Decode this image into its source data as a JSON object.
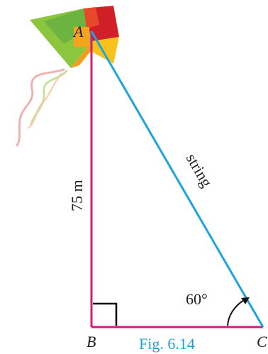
{
  "figure": {
    "caption": "Fig. 6.14",
    "vertices": {
      "top": "A",
      "bottom_left": "B",
      "bottom_right": "C"
    },
    "height_label": "75 m",
    "hypotenuse_label": "string",
    "angle_label": "60°",
    "right_angle_at": "B"
  },
  "colors": {
    "vertical_side": "#d6197a",
    "base_side": "#d6197a",
    "hypotenuse": "#1fa3dd",
    "caption": "#1ea0d8",
    "right_angle_mark": "#000000"
  },
  "icons": [
    "kite-icon",
    "angle-arrow-icon"
  ]
}
